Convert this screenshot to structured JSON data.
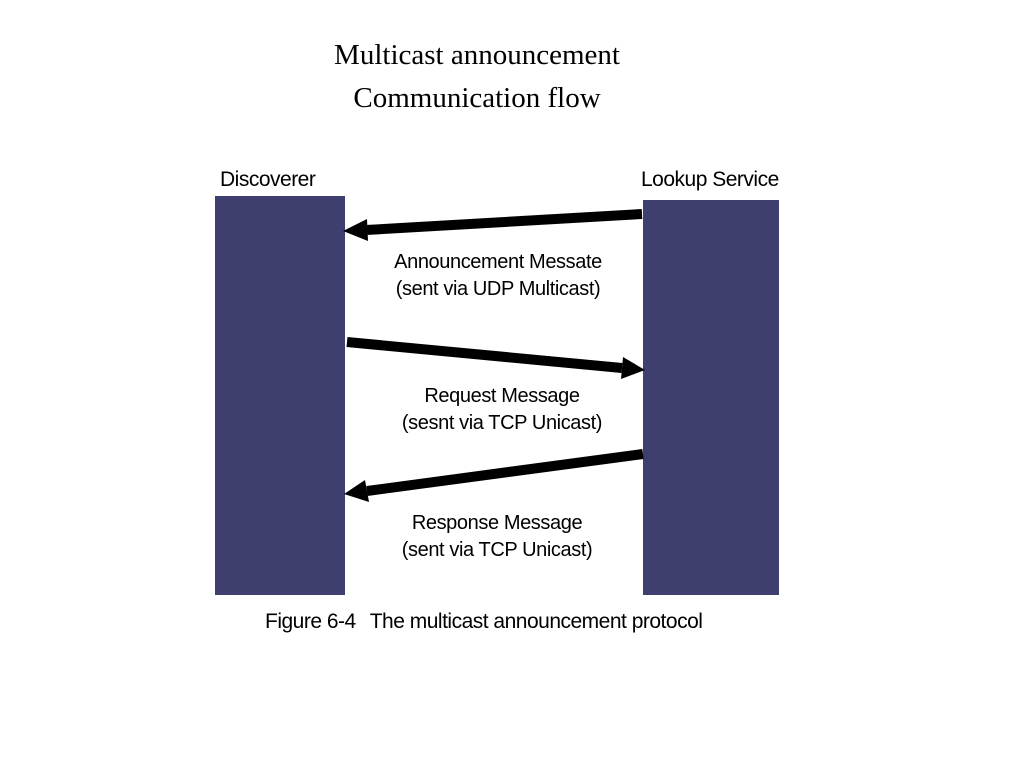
{
  "title": {
    "line1": "Multicast announcement",
    "line2": "Communication flow"
  },
  "diagram": {
    "participants": {
      "left": "Discoverer",
      "right": "Lookup Service"
    },
    "lifeline_color": "#3e3f6f",
    "messages": [
      {
        "direction": "right-to-left",
        "line1": "Announcement Messate",
        "line2": "(sent via UDP Multicast)"
      },
      {
        "direction": "left-to-right",
        "line1": "Request Message",
        "line2": "(sesnt via TCP Unicast)"
      },
      {
        "direction": "right-to-left",
        "line1": "Response Message",
        "line2": "(sent via TCP Unicast)"
      }
    ],
    "caption": {
      "number": "Figure 6-4",
      "text": "The multicast announcement protocol"
    }
  }
}
